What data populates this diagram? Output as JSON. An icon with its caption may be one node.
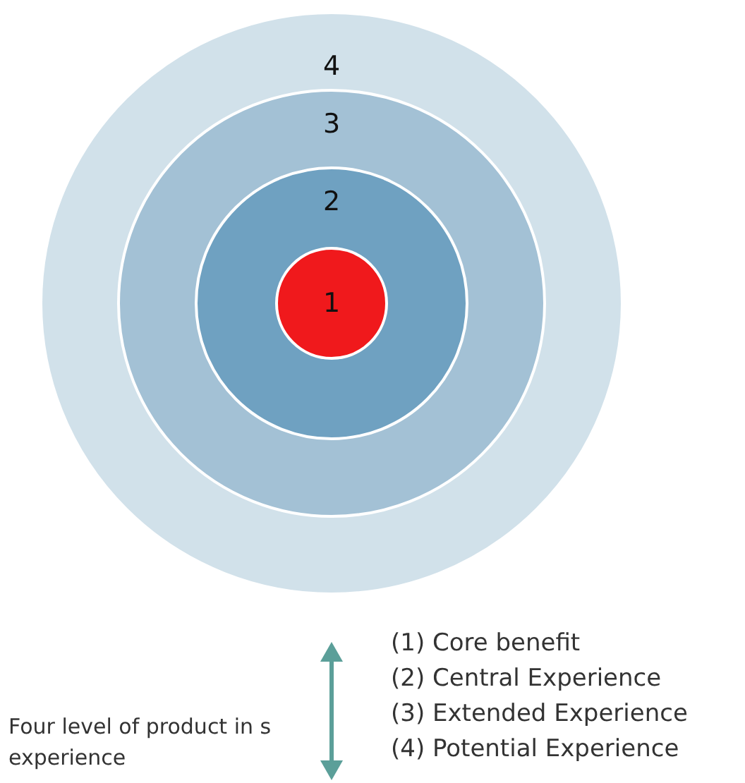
{
  "diagram": {
    "nodes": [
      {
        "text": [
          "4"
        ]
      },
      {
        "text": [
          "3"
        ],
        "in": 0
      },
      {
        "text": [
          "2"
        ],
        "in": 1
      },
      {
        "text": [
          "1"
        ],
        "in": 2
      }
    ],
    "edges": [],
    "labels": [
      "Four level of product in s experience",
      "(1) Core benefit",
      "(2) Central Experience",
      "(3) Extended Experience",
      "(4) Potential Experience"
    ]
  }
}
